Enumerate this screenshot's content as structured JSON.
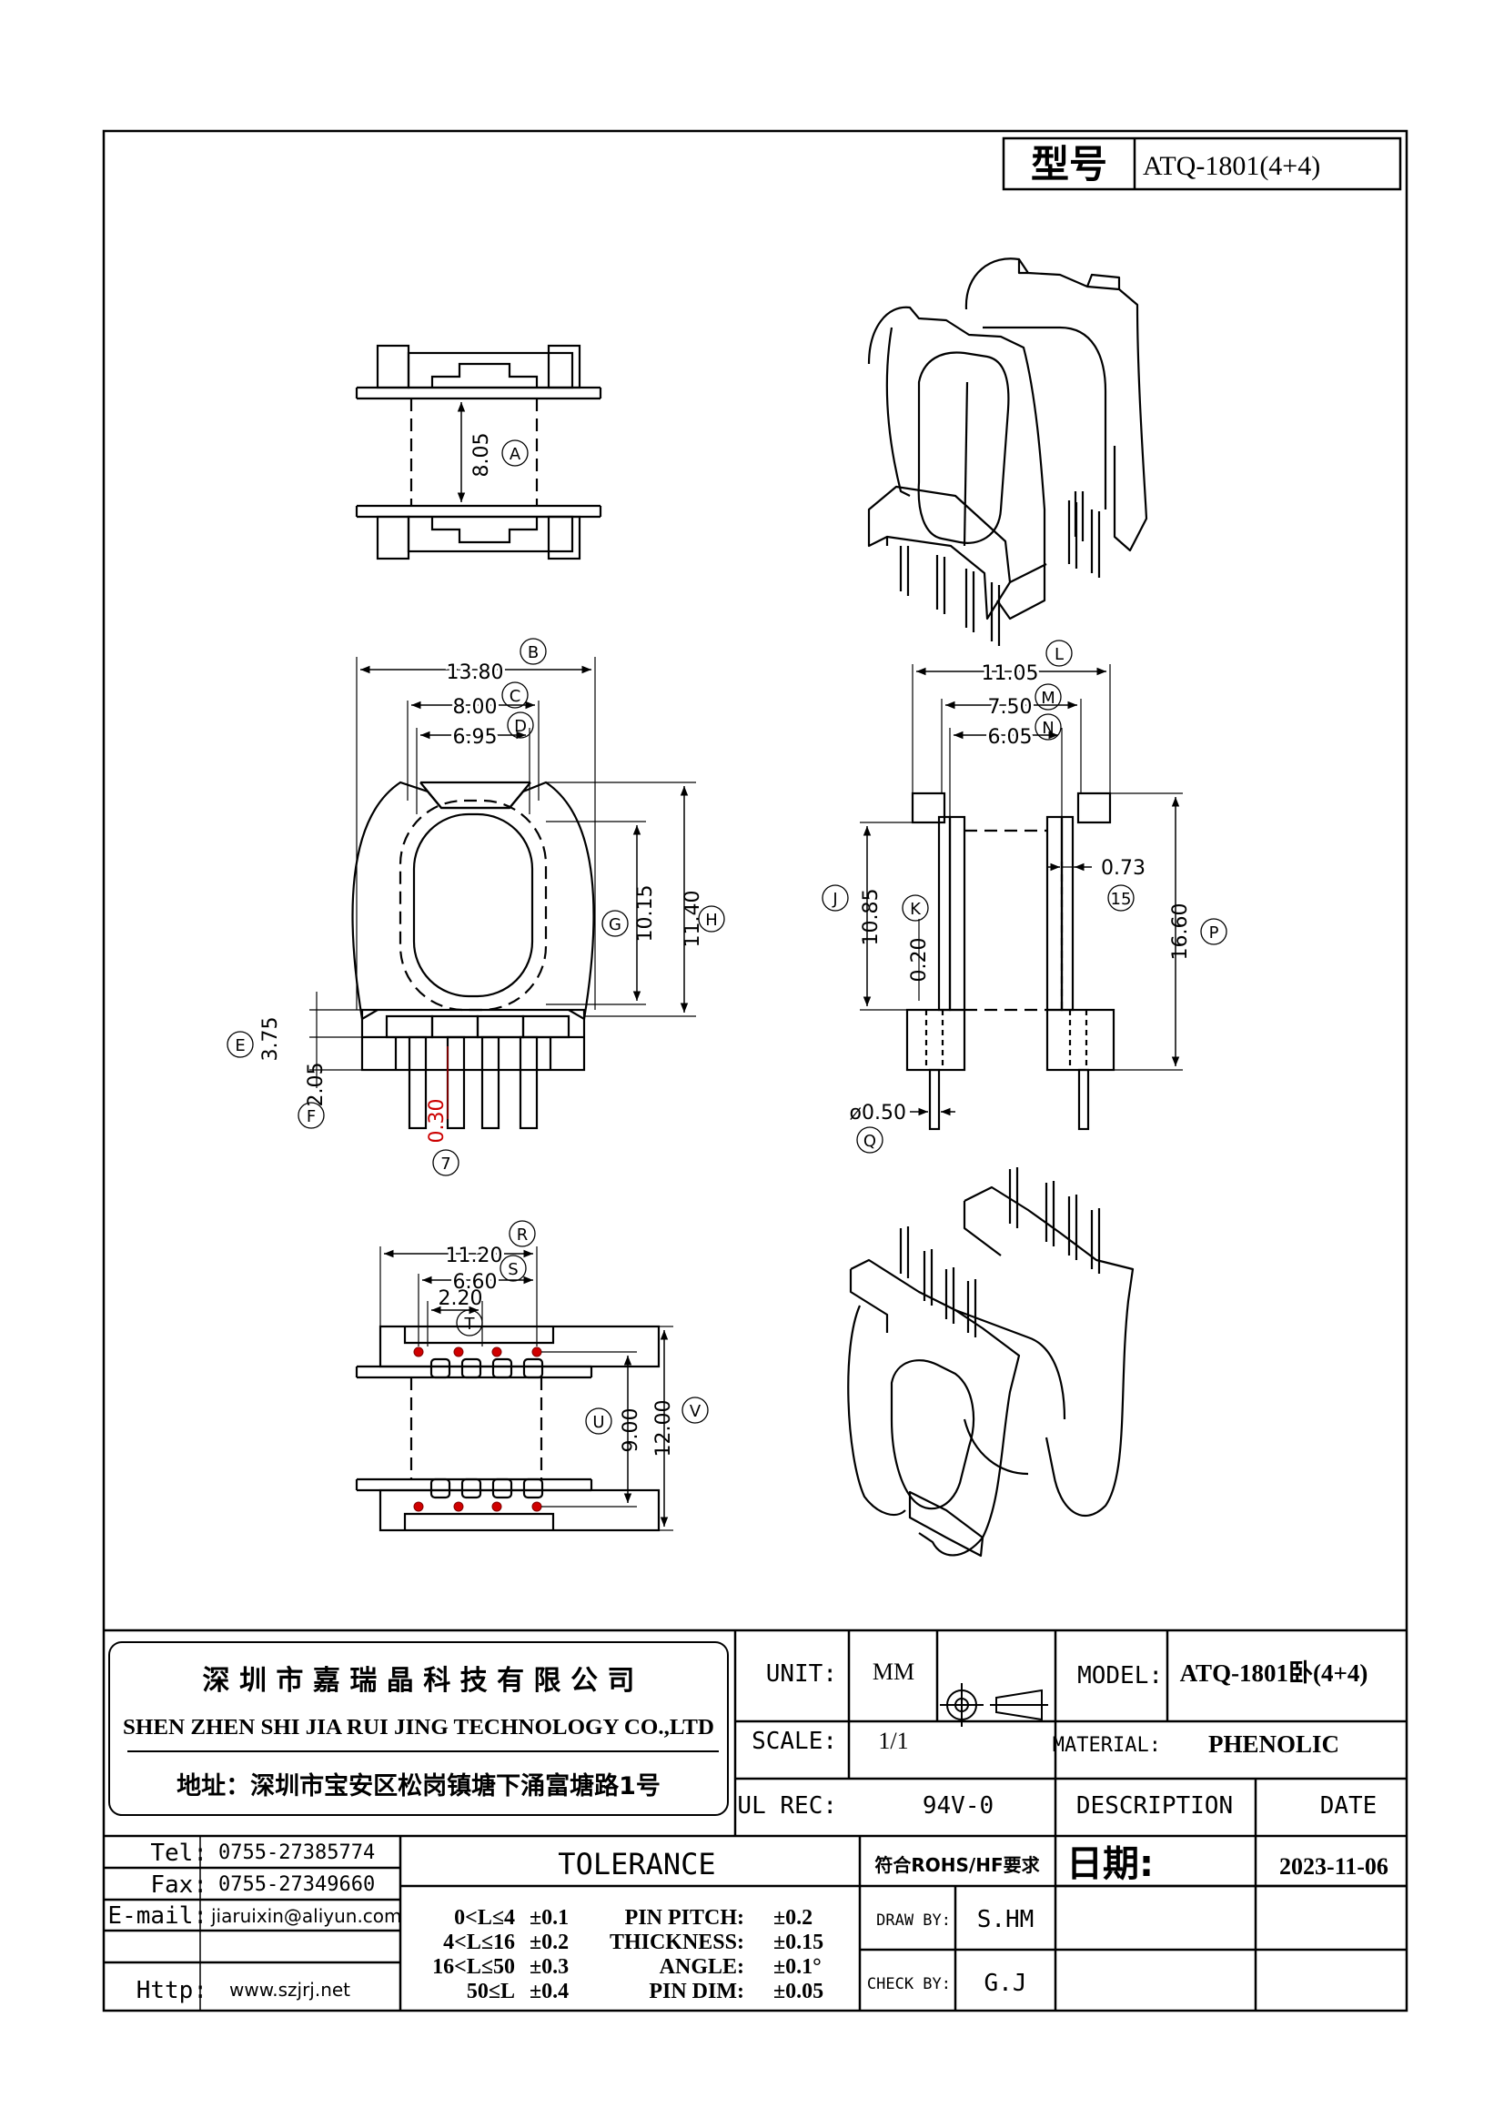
{
  "header": {
    "model_label": "型号",
    "model_value": "ATQ-1801(4+4)"
  },
  "dims": {
    "A": "8.05",
    "B": "13.80",
    "C": "8.00",
    "D": "6.95",
    "E": "3.75",
    "F": "2.05",
    "G": "10.15",
    "H": "11.40",
    "pin7": "0.30",
    "L": "11.05",
    "M": "7.50",
    "N": "6.05",
    "J": "10.85",
    "K": "0.20",
    "P": "16.60",
    "Q": "ø0.50",
    "n15": "0.73",
    "R": "11.20",
    "S": "6.60",
    "T": "2.20",
    "U": "9.00",
    "V": "12.00"
  },
  "markers": {
    "A": "A",
    "B": "B",
    "C": "C",
    "D": "D",
    "E": "E",
    "F": "F",
    "G": "G",
    "H": "H",
    "J": "J",
    "K": "K",
    "L": "L",
    "M": "M",
    "N": "N",
    "P": "P",
    "Q": "Q",
    "R": "R",
    "S": "S",
    "T": "T",
    "U": "U",
    "V": "V",
    "n7": "7",
    "n15": "15"
  },
  "title_block": {
    "company_cn": "深 圳 市 嘉 瑞 晶 科 技 有 限 公 司",
    "company_en": "SHEN ZHEN SHI  JIA RUI JING  TECHNOLOGY CO.,LTD",
    "address": "地址：深圳市宝安区松岗镇塘下涌富塘路1号",
    "unit_label": "UNIT:",
    "unit_value": "MM",
    "scale_label": "SCALE:",
    "scale_value": "1/1",
    "ulrec_label": "UL REC:",
    "ulrec_value": "94V-0",
    "model_label": "MODEL:",
    "model_value": "ATQ-1801卧(4+4)",
    "material_label": "MATERIAL:",
    "material_value": "PHENOLIC",
    "description_label": "DESCRIPTION",
    "date_label": "DATE",
    "date_cn_label": "日期:",
    "date_value": "2023-11-06",
    "rohs": "符合ROHS/HF要求",
    "draw_by_label": "DRAW BY:",
    "draw_by": "S.HM",
    "check_by_label": "CHECK BY:",
    "check_by": "G.J"
  },
  "contact": {
    "tel_label": "Tel:",
    "tel": "0755-27385774",
    "fax_label": "Fax:",
    "fax": "0755-27349660",
    "email_label": "E-mail:",
    "email": "jiaruixin@aliyun.com",
    "http_label": "Http:",
    "http": "www.szjrj.net"
  },
  "tolerance": {
    "title": "TOLERANCE",
    "ranges": [
      {
        "range": "0<L≤4",
        "tol": "±0.1"
      },
      {
        "range": "4<L≤16",
        "tol": "±0.2"
      },
      {
        "range": "16<L≤50",
        "tol": "±0.3"
      },
      {
        "range": "50≤L",
        "tol": "±0.4"
      }
    ],
    "specs": [
      {
        "name": "PIN PITCH:",
        "tol": "±0.2"
      },
      {
        "name": "THICKNESS:",
        "tol": "±0.15"
      },
      {
        "name": "ANGLE:",
        "tol": "±0.1°"
      },
      {
        "name": "PIN DIM:",
        "tol": "±0.05"
      }
    ]
  }
}
